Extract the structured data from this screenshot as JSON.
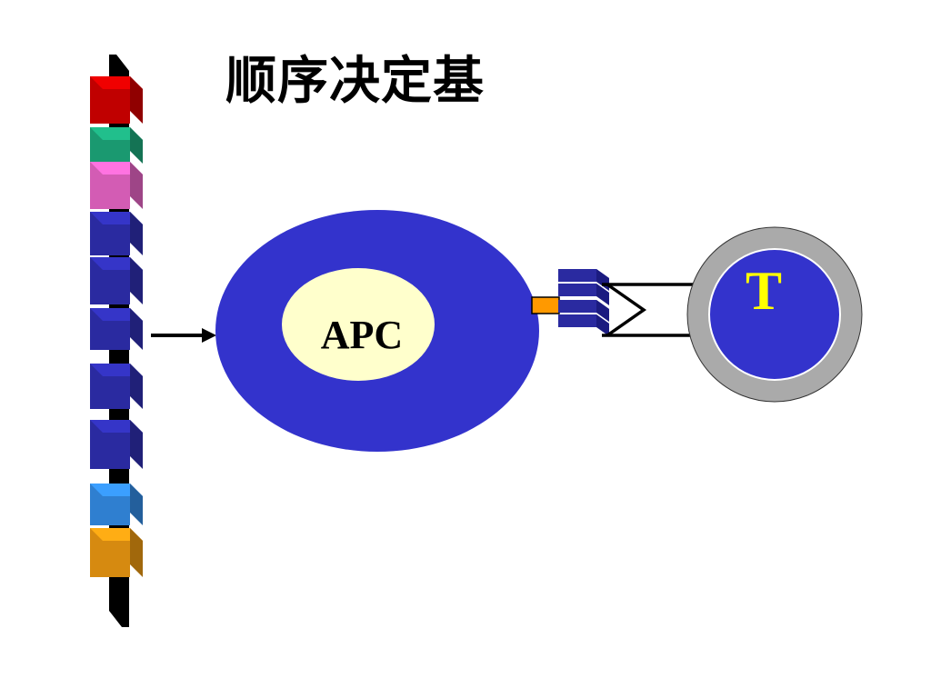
{
  "slide": {
    "title": "顺序决定基"
  },
  "diagram": {
    "apc_label": "APC",
    "t_cell_label": "T",
    "colors": {
      "chain": "#000000",
      "apc_cell": "#3333cc",
      "apc_nucleus": "#ffffcc",
      "t_cell_ring": "#aaaaaa",
      "t_cell_body": "#3333cc",
      "t_label": "#ffff00",
      "peptide": "#ff9900",
      "receptor": "#2a2aa0"
    },
    "chain_blocks": [
      {
        "name": "red-block",
        "color": "#c00000"
      },
      {
        "name": "green-block",
        "color": "#1a9970"
      },
      {
        "name": "pink-block",
        "color": "#d35cb4"
      },
      {
        "name": "blue-block-1",
        "color": "#2a2aa0"
      },
      {
        "name": "blue-block-2",
        "color": "#2a2aa0"
      },
      {
        "name": "blue-block-3",
        "color": "#2a2aa0"
      },
      {
        "name": "blue-block-4",
        "color": "#2a2aa0"
      },
      {
        "name": "blue-block-5",
        "color": "#2a2aa0"
      },
      {
        "name": "light-blue-block",
        "color": "#2f7fd0"
      },
      {
        "name": "orange-block",
        "color": "#d68a10"
      }
    ]
  }
}
